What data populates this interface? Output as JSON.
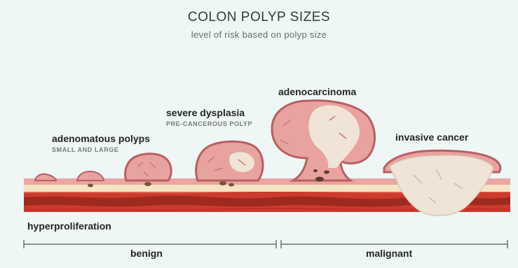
{
  "header": {
    "title": "COLON POLYP SIZES",
    "subtitle": "level of risk based on polyp size"
  },
  "stages": {
    "hyperproliferation": {
      "label": "hyperproliferation"
    },
    "adenomatous": {
      "label": "adenomatous polyps",
      "sublabel": "SMALL AND LARGE"
    },
    "severe_dysplasia": {
      "label": "severe dysplasia",
      "sublabel": "PRE-CANCEROUS POLYP"
    },
    "adenocarcinoma": {
      "label": "adenocarcinoma"
    },
    "invasive": {
      "label": "invasive cancer"
    }
  },
  "scale": {
    "benign": "benign",
    "malignant": "malignant"
  },
  "colors": {
    "background": "#eef6f6",
    "polyp_pink": "#e8a2a0",
    "polyp_rim": "#b85f62",
    "lining_cream": "#f5e3c4",
    "muscle_red": "#cc3b2c",
    "muscle_dark": "#9e2a1f",
    "tumor_beige": "#efe4d6",
    "text_dark": "#262626"
  }
}
